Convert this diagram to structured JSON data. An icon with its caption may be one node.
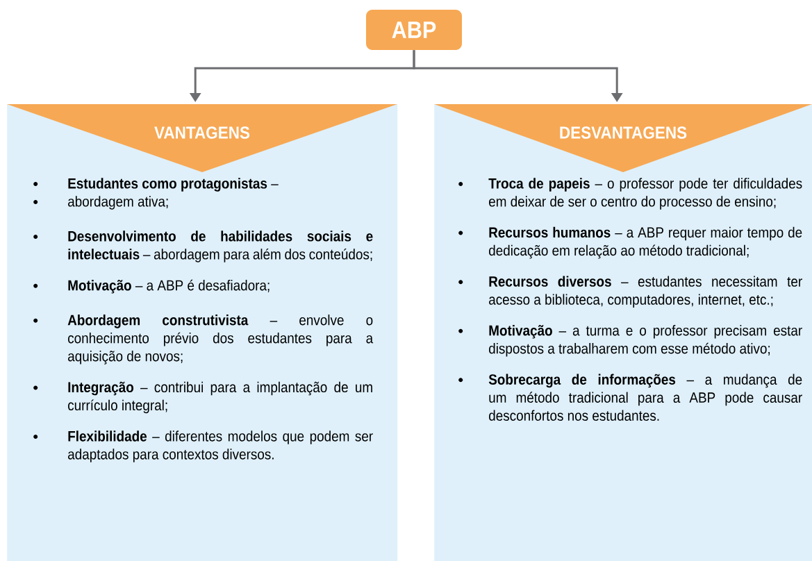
{
  "diagram": {
    "nodes": [
      {
        "text": [
          "ABP"
        ]
      },
      {
        "text": [
          "**Estudantes como protagonistas** –",
          "abordagem ativa;",
          "**Desenvolvimento de habilidades sociais e intelectuais** – abordagem para além dos conteúdos;",
          "**Motivação** – a ABP é desafiadora;",
          "**Abordagem construtivista** – envolve o conhecimento prévio dos estudantes para a aquisição de novos;",
          "**Integração** – contribui para a implantação de um currículo integral;",
          "**Flexibilidade** – diferentes modelos que podem ser adaptados para contextos diversos."
        ]
      },
      {
        "text": [
          "VANTAGENS"
        ],
        "in": 1
      },
      {
        "text": [
          "**Troca de papeis** – o professor pode ter dificuldades em deixar de ser o centro do processo de ensino;",
          "**Recursos humanos** – a ABP requer maior tempo de dedicação em relação ao método tradicional;",
          "**Recursos diversos** – estudantes necessitam ter acesso a biblioteca, computadores, internet, etc.;",
          "**Motivação** – a turma e o professor precisam estar dispostos a trabalharem com esse método ativo;",
          "**Sobrecarga de informações** – a mudança de um método tradicional para a ABP pode causar desconfortos nos estudantes."
        ]
      },
      {
        "text": [
          "DESVANTAGENS"
        ],
        "in": 3
      }
    ],
    "edges": [
      {
        "from": 0,
        "to": 1,
        "arrow": "to"
      },
      {
        "from": 0,
        "to": 3,
        "arrow": "to"
      }
    ]
  }
}
